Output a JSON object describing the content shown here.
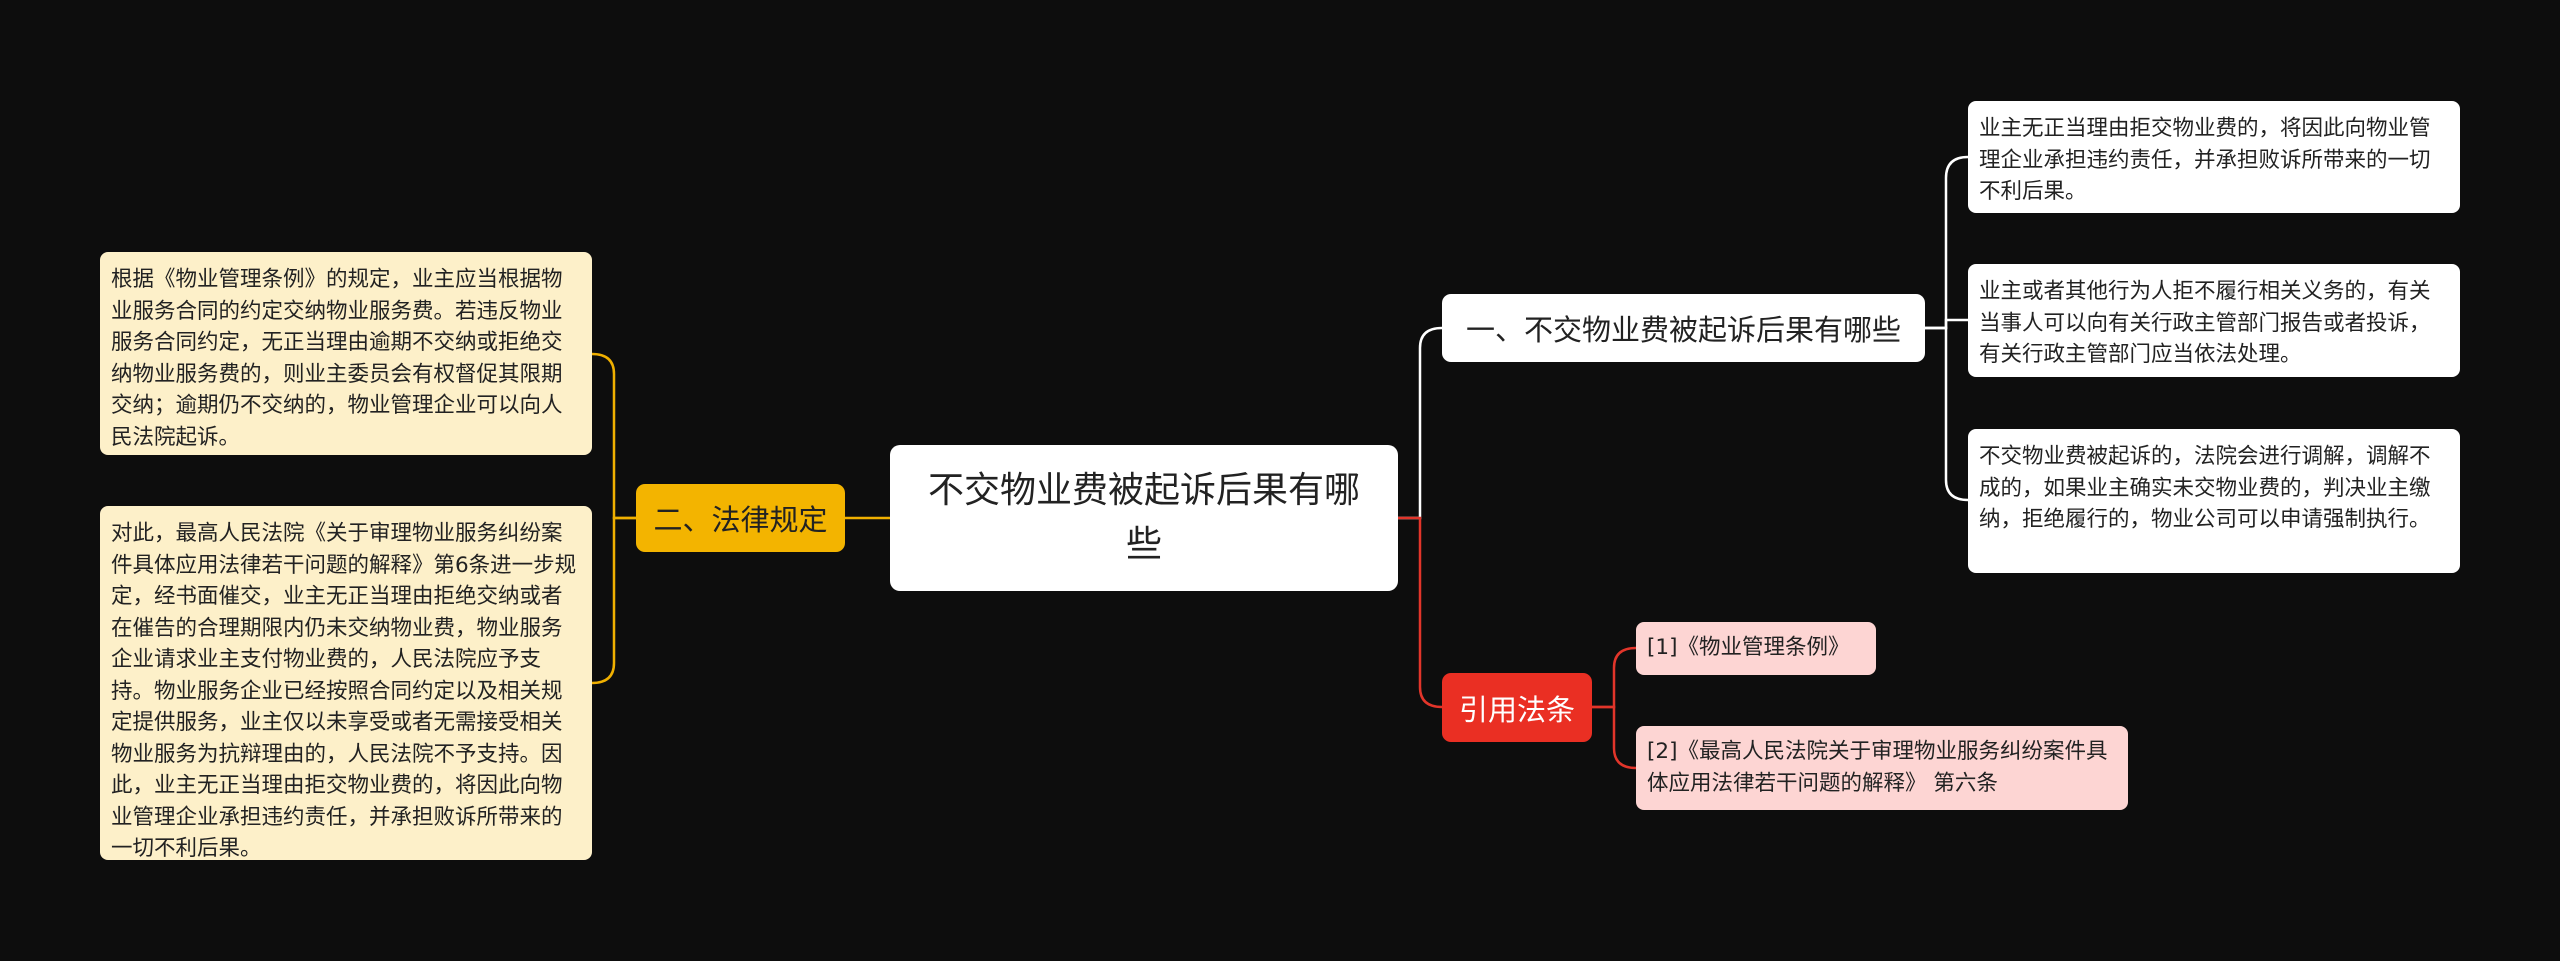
{
  "central": {
    "title": "不交物业费被起诉后果有哪些"
  },
  "branches": [
    {
      "label": "一、不交物业费被起诉后果有哪些",
      "color": "#ffffff",
      "line_color": "#ffffff",
      "children": [
        "业主无正当理由拒交物业费的，将因此向物业管理企业承担违约责任，并承担败诉所带来的一切不利后果。",
        "业主或者其他行为人拒不履行相关义务的，有关当事人可以向有关行政主管部门报告或者投诉，有关行政主管部门应当依法处理。",
        "不交物业费被起诉的，法院会进行调解，调解不成的，如果业主确实未交物业费的，判决业主缴纳，拒绝履行的，物业公司可以申请强制执行。"
      ]
    },
    {
      "label": "引用法条",
      "color": "#ea2f23",
      "line_color": "#e2352a",
      "children": [
        "[1]《物业管理条例》",
        "[2]《最高人民法院关于审理物业服务纠纷案件具体应用法律若干问题的解释》 第六条"
      ]
    },
    {
      "label": "二、法律规定",
      "color": "#f3b400",
      "line_color": "#f0b000",
      "children": [
        "根据《物业管理条例》的规定，业主应当根据物业服务合同的约定交纳物业服务费。若违反物业服务合同约定，无正当理由逾期不交纳或拒绝交纳物业服务费的，则业主委员会有权督促其限期交纳；逾期仍不交纳的，物业管理企业可以向人民法院起诉。",
        "对此，最高人民法院《关于审理物业服务纠纷案件具体应用法律若干问题的解释》第6条进一步规定，经书面催交，业主无正当理由拒绝交纳或者在催告的合理期限内仍未交纳物业费，物业服务企业请求业主支付物业费的，人民法院应予支持。物业服务企业已经按照合同约定以及相关规定提供服务，业主仅以未享受或者无需接受相关物业服务为抗辩理由的，人民法院不予支持。因此，业主无正当理由拒交物业费的，将因此向物业管理企业承担违约责任，并承担败诉所带来的一切不利后果。"
      ]
    }
  ]
}
